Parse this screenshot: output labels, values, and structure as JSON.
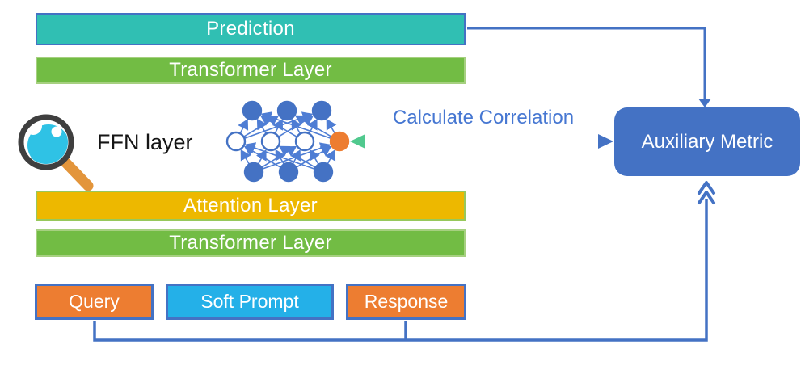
{
  "diagram": {
    "bars": {
      "prediction": "Prediction",
      "transformer_top": "Transformer Layer",
      "attention": "Attention Layer",
      "transformer_bottom": "Transformer Layer"
    },
    "labels": {
      "ffn": "FFN layer",
      "calculate_correlation": "Calculate Correlation"
    },
    "boxes": {
      "auxiliary_metric": "Auxiliary Metric",
      "query": "Query",
      "soft_prompt": "Soft Prompt",
      "response": "Response"
    },
    "icons": {
      "magnifier": "magnifier-icon"
    },
    "network": {
      "top_row_nodes": 3,
      "middle_row_nodes": 4,
      "bottom_row_nodes": 3,
      "highlighted_node": "middle-row rightmost (orange)"
    },
    "colors": {
      "teal": "#30BFB3",
      "green": "#72BC44",
      "gold": "#EDB800",
      "orange": "#ED7D31",
      "cyan": "#24B0E8",
      "blue": "#4472C4",
      "mint_arrow": "#50C98E",
      "text_white": "#FFFFFF",
      "text_black": "#151515"
    }
  }
}
